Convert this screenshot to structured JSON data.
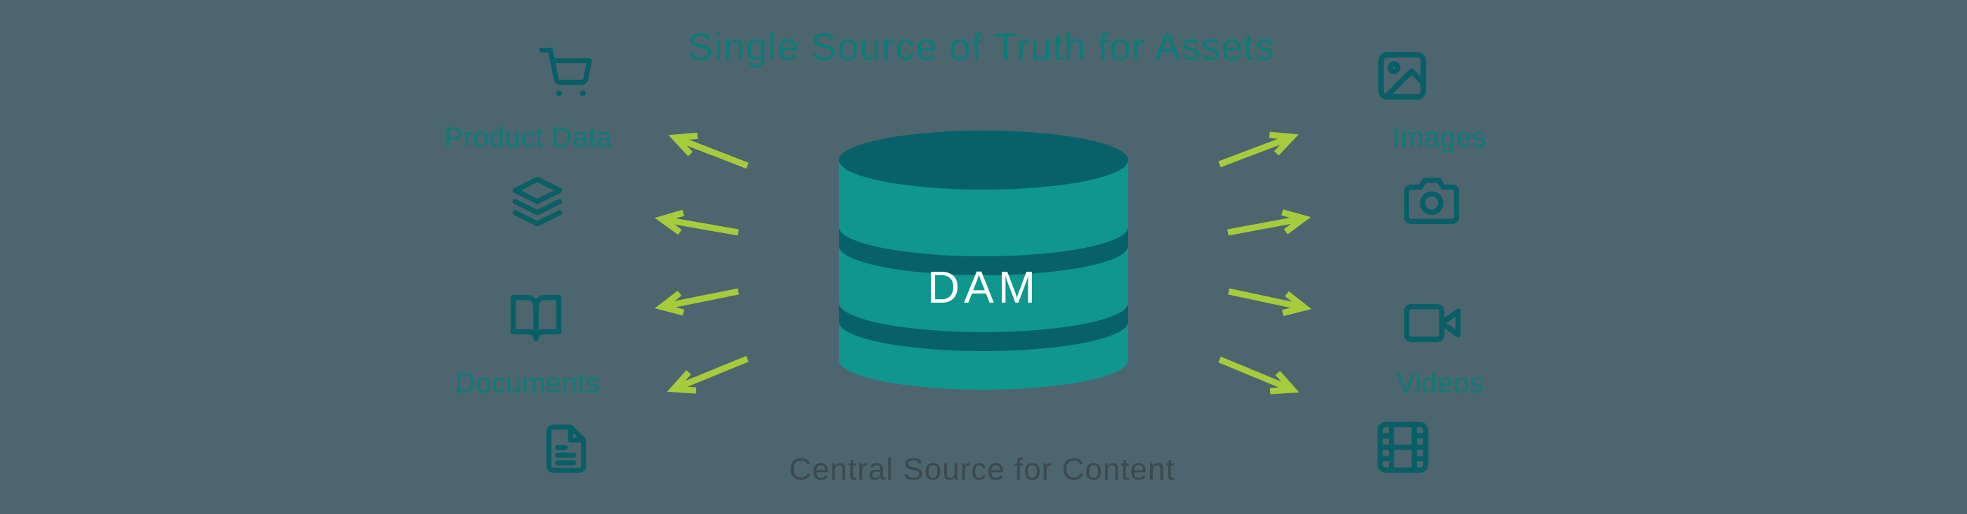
{
  "title": "Single Source of Truth for Assets",
  "database": {
    "label": "DAM",
    "caption": "Central Source for Content"
  },
  "labels": {
    "product_data": "Product Data",
    "documents": "Documents",
    "images": "Images",
    "videos": "Videos"
  },
  "icons": {
    "left": [
      "shopping-cart-icon",
      "layers-icon",
      "book-open-icon",
      "file-text-icon"
    ],
    "right": [
      "image-icon",
      "camera-icon",
      "video-camera-icon",
      "film-icon"
    ]
  },
  "arrows": {
    "left_count": 4,
    "right_count": 4,
    "direction_left": "outward-left",
    "direction_right": "outward-right"
  },
  "colors": {
    "bg": "#4d656e",
    "teal_text": "#0d7c78",
    "icon": "#095f66",
    "lime": "#a6cb3c",
    "cyl_body": "#0f968f",
    "cyl_dark": "#07616a",
    "subtitle": "#3b4a4e"
  }
}
